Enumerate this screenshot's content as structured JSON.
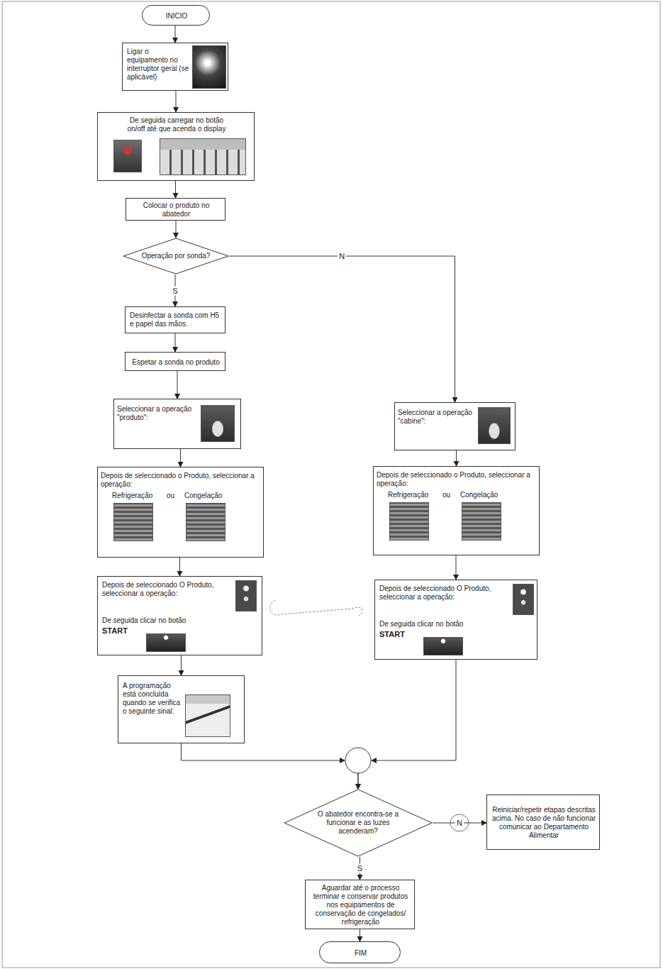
{
  "diagram": {
    "nodes": [
      {
        "text": [
          "INICIO"
        ]
      },
      {
        "text": [
          "Ligar o equipamento no interruptor geral (se aplicável)"
        ]
      },
      {
        "text": [
          "De seguida carregar no botão on/off até que acenda o display"
        ]
      },
      {
        "text": [
          "Colocar o produto no abatedor"
        ]
      },
      {
        "text": [
          "Operação por sonda?"
        ]
      },
      {
        "text": [
          "Desinfectar a sonda com H5 e papel das mãos."
        ]
      },
      {
        "text": [
          "Espetar a sonda no produto"
        ]
      },
      {
        "text": [
          "Seleccionar a operação \"produto\":"
        ]
      },
      {
        "text": [
          "Depois de seleccionado o Produto, seleccionar a operação:",
          "Refrigeração",
          "ou",
          "Congelação"
        ]
      },
      {
        "text": [
          "Depois de seleccionado O Produto, seleccionar a operação:",
          "De seguida clicar no botão",
          "START"
        ]
      },
      {
        "text": [
          "A programação está concluída quando se verifica o seguinte sinal:"
        ]
      },
      {
        "text": [
          "Seleccionar a operação \"cabine\":"
        ]
      },
      {
        "text": [
          "Depois de seleccionado o Produto, seleccionar a operação:",
          "Refrigeração",
          "ou",
          "Congelação"
        ]
      },
      {
        "text": [
          "Depois de seleccionado O Produto, seleccionar a operação:",
          "De seguida clicar no botão",
          "START"
        ]
      },
      {
        "text": [
          "O abatedor encontra-se a funcionar e as luzes acenderam?"
        ]
      },
      {
        "text": [
          "Reiniciar/repetir etapas descritas acima. No caso de não funcionar comunicar ao Departamento Alimentar"
        ]
      },
      {
        "text": [
          "Aguardar até o processo terminar e conservar produtos nos equipamentos de conservação de congelados/ refrigeração"
        ]
      },
      {
        "text": [
          "FIM"
        ]
      }
    ],
    "edges": [
      {
        "from": 0,
        "to": 1,
        "arrow": "to"
      },
      {
        "from": 1,
        "to": 2,
        "arrow": "to"
      },
      {
        "from": 2,
        "to": 3,
        "arrow": "to"
      },
      {
        "from": 3,
        "to": 4,
        "arrow": "to"
      },
      {
        "from": 4,
        "to": 5,
        "label": "S",
        "arrow": "to"
      },
      {
        "from": 4,
        "to": 11,
        "label": "N",
        "arrow": "to"
      },
      {
        "from": 5,
        "to": 6,
        "arrow": "to"
      },
      {
        "from": 6,
        "to": 7,
        "arrow": "to"
      },
      {
        "from": 7,
        "to": 8,
        "arrow": "to"
      },
      {
        "from": 8,
        "to": 9,
        "arrow": "to"
      },
      {
        "from": 9,
        "to": 10,
        "arrow": "to"
      },
      {
        "from": 11,
        "to": 12,
        "arrow": "to"
      },
      {
        "from": 12,
        "to": 13,
        "arrow": "to"
      },
      {
        "from": 10,
        "to": 14,
        "arrow": "to"
      },
      {
        "from": 13,
        "to": 14,
        "arrow": "to"
      },
      {
        "from": 14,
        "to": 15,
        "label": "N",
        "arrow": "to"
      },
      {
        "from": 14,
        "to": 16,
        "label": "S",
        "arrow": "to"
      },
      {
        "from": 16,
        "to": 17,
        "arrow": "to"
      }
    ]
  }
}
